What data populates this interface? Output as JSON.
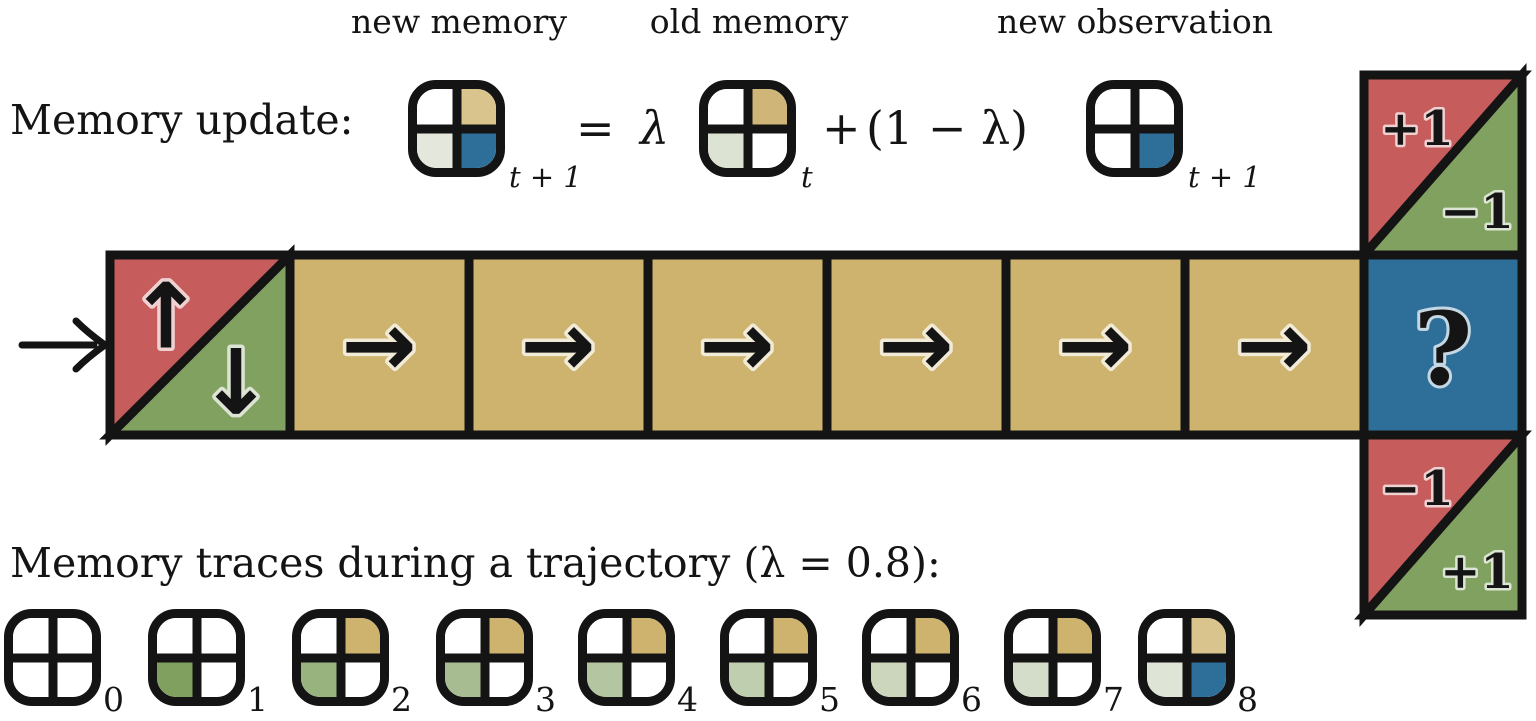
{
  "colors": {
    "ink": "#141414",
    "red": "#C75C5C",
    "green": "#81A161",
    "tan": "#CDB36E",
    "blue": "#2E6F99",
    "white": "#ffffff"
  },
  "top_labels": {
    "new_memory": "new memory",
    "old_memory": "old memory",
    "new_observation": "new observation"
  },
  "equation": {
    "label": "Memory update:",
    "equals": "=",
    "lambda": "λ",
    "plus": "+",
    "one_minus_lambda": "(1 − λ)",
    "subscripts": {
      "new_memory": "t + 1",
      "old_memory": "t",
      "new_observation": "t + 1"
    },
    "icons": {
      "new_memory": [
        "#ffffff",
        "#D8C48C",
        "#E4E8DC",
        "#2E6F99"
      ],
      "old_memory": [
        "#ffffff",
        "#CFB678",
        "#DDE3D2",
        "#ffffff"
      ],
      "new_observation": [
        "#ffffff",
        "#ffffff",
        "#ffffff",
        "#2E6F99"
      ]
    }
  },
  "maze": {
    "start_cell": {
      "up_arrow": "↑",
      "down_arrow": "↓"
    },
    "corridor_arrows": [
      "→",
      "→",
      "→",
      "→",
      "→",
      "→"
    ],
    "goal_cell": {
      "symbol": "?"
    },
    "reward_top": {
      "upper_left": "+1",
      "lower_right": "−1"
    },
    "reward_bottom": {
      "upper_left": "−1",
      "lower_right": "+1"
    }
  },
  "traces": {
    "label": "Memory traces during a trajectory (λ = 0.8):",
    "items": [
      {
        "index": "0",
        "quadrants": [
          "#ffffff",
          "#ffffff",
          "#ffffff",
          "#ffffff"
        ]
      },
      {
        "index": "1",
        "quadrants": [
          "#ffffff",
          "#ffffff",
          "#7FA05E",
          "#ffffff"
        ]
      },
      {
        "index": "2",
        "quadrants": [
          "#ffffff",
          "#CDB36E",
          "#99B37E",
          "#ffffff"
        ]
      },
      {
        "index": "3",
        "quadrants": [
          "#ffffff",
          "#CDB36E",
          "#A7BC90",
          "#ffffff"
        ]
      },
      {
        "index": "4",
        "quadrants": [
          "#ffffff",
          "#CDB36E",
          "#B4C5A1",
          "#ffffff"
        ]
      },
      {
        "index": "5",
        "quadrants": [
          "#ffffff",
          "#CDB36E",
          "#C0CEB0",
          "#ffffff"
        ]
      },
      {
        "index": "6",
        "quadrants": [
          "#ffffff",
          "#CDB36E",
          "#CBD6BD",
          "#ffffff"
        ]
      },
      {
        "index": "7",
        "quadrants": [
          "#ffffff",
          "#CDB36E",
          "#D4DDC9",
          "#ffffff"
        ]
      },
      {
        "index": "8",
        "quadrants": [
          "#ffffff",
          "#D8C48C",
          "#DFE5D6",
          "#2E6F99"
        ]
      }
    ]
  }
}
